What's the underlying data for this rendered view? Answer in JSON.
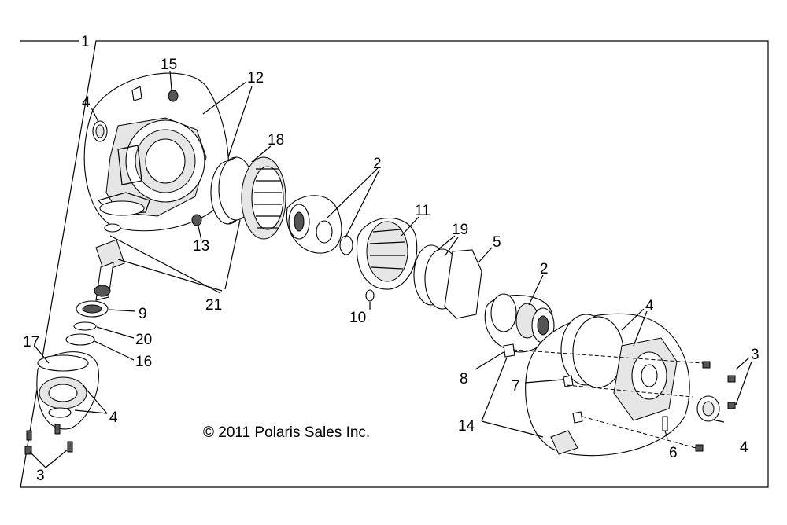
{
  "copyright": "© 2011 Polaris Sales Inc.",
  "callouts": {
    "c1": "1",
    "c2a": "2",
    "c2b": "2",
    "c3a": "3",
    "c3b": "3",
    "c4a": "4",
    "c4b": "4",
    "c4c": "4",
    "c4d": "4",
    "c5": "5",
    "c6": "6",
    "c7": "7",
    "c8": "8",
    "c9": "9",
    "c10": "10",
    "c11": "11",
    "c12": "12",
    "c13": "13",
    "c14": "14",
    "c15": "15",
    "c16": "16",
    "c17": "17",
    "c18": "18",
    "c19": "19",
    "c20": "20",
    "c21": "21"
  }
}
